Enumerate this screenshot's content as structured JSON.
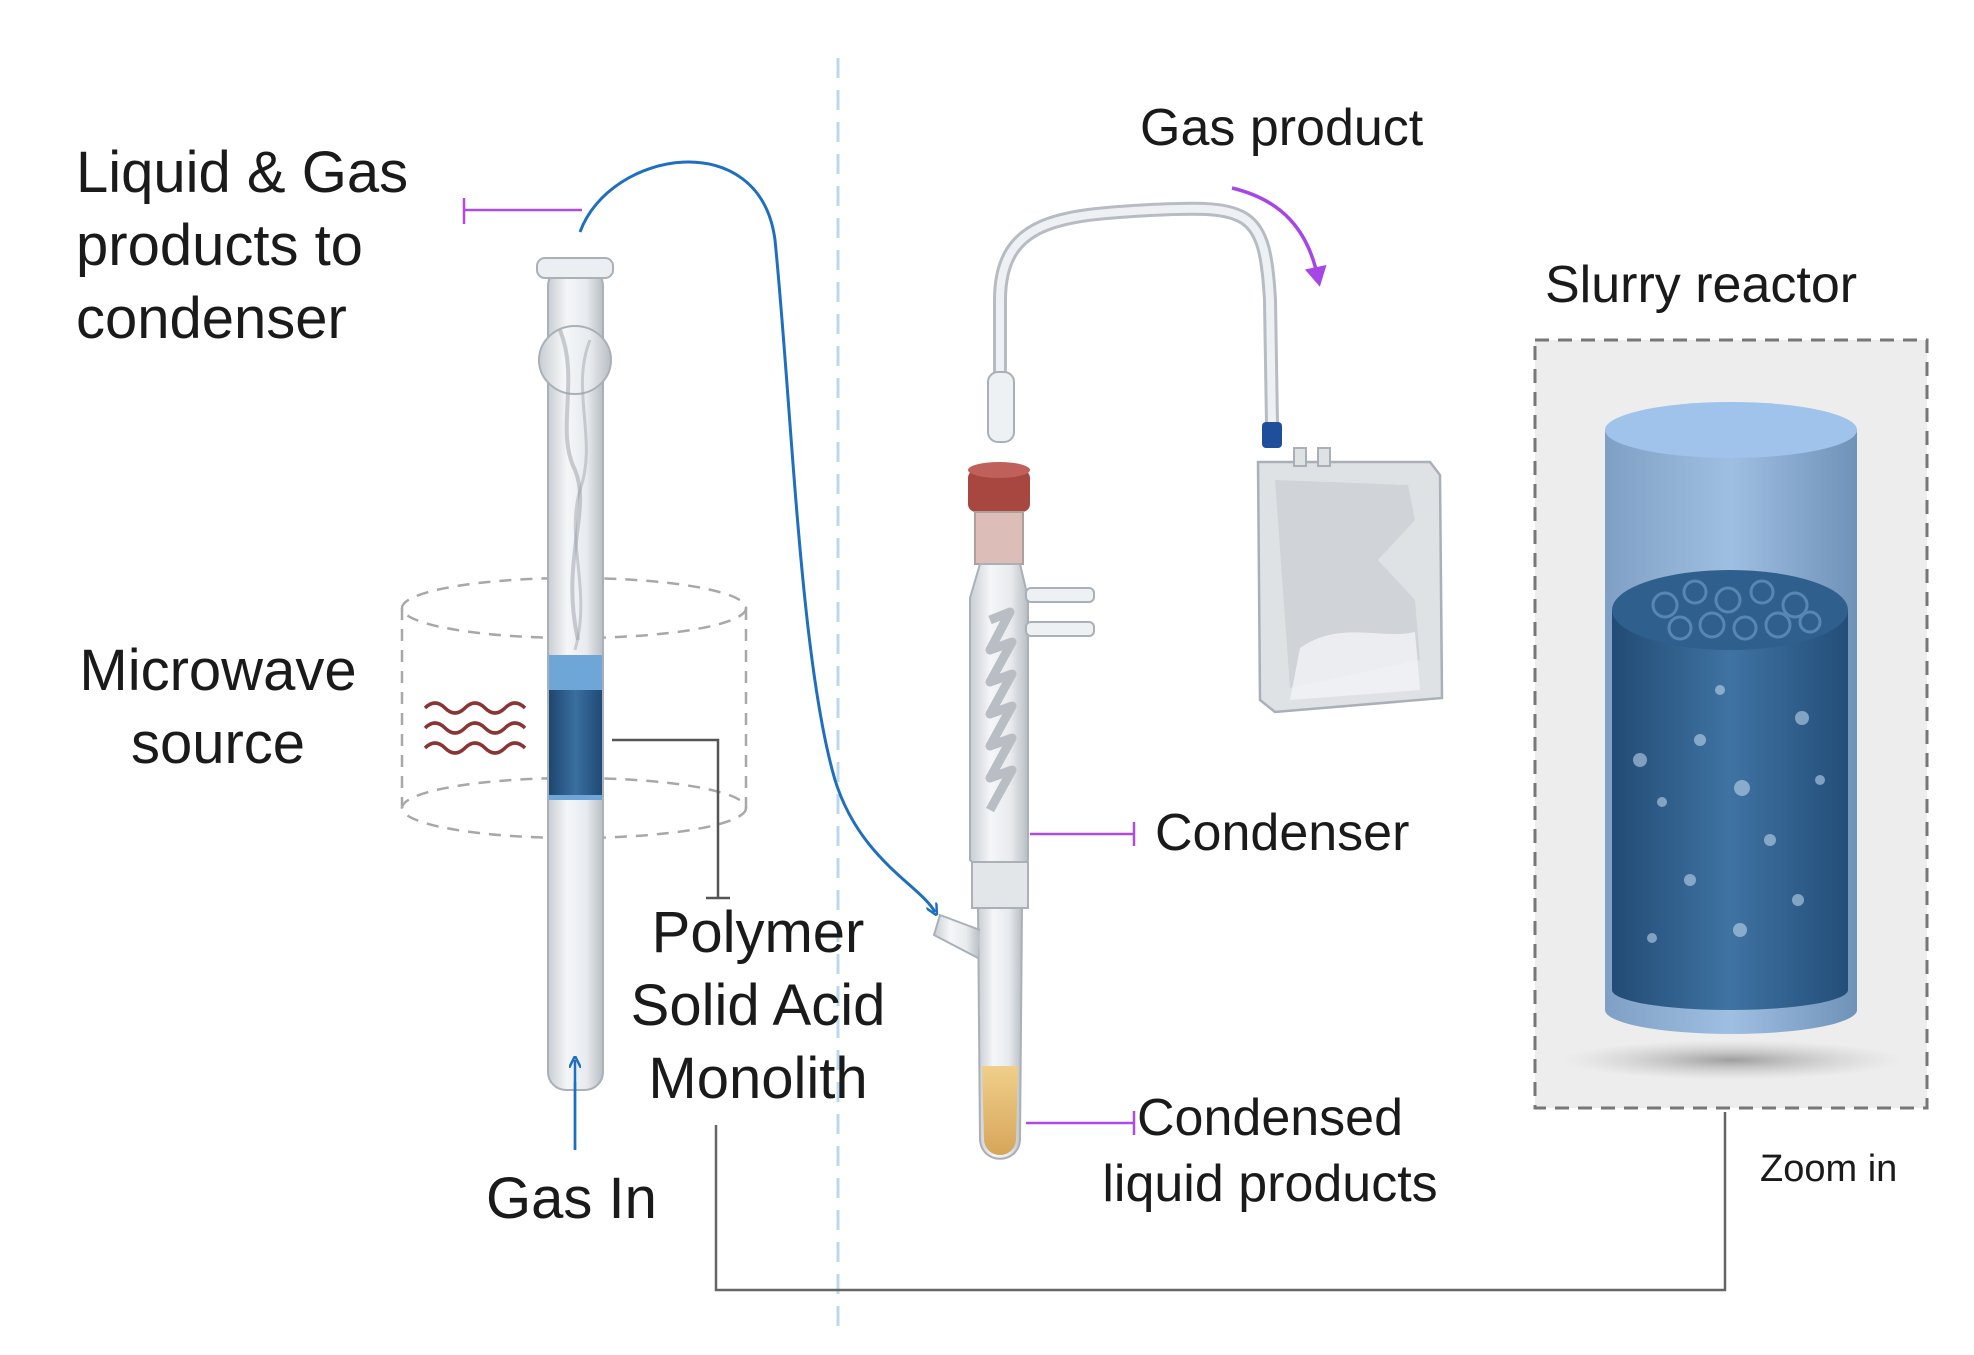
{
  "labels": {
    "liquid_gas_line1": "Liquid & Gas",
    "liquid_gas_line2": "products to",
    "liquid_gas_line3": "condenser",
    "microwave_line1": "Microwave",
    "microwave_line2": "source",
    "monolith_line1": "Polymer",
    "monolith_line2": "Solid Acid",
    "monolith_line3": "Monolith",
    "gas_in": "Gas In",
    "gas_product": "Gas product",
    "condenser": "Condenser",
    "condensed_line1": "Condensed",
    "condensed_line2": "liquid products",
    "slurry_reactor": "Slurry reactor",
    "zoom_in": "Zoom in"
  },
  "colors": {
    "leader_purple": "#b04ae6",
    "flow_blue": "#1e6fc0",
    "arrow_purple": "#a646e6",
    "divider": "#bcd8ee",
    "red_cap": "#a8473f",
    "liquid_amber": "#e3b96b",
    "monolith_blue": "#2b5f8f",
    "microwave_wave": "#8a3535"
  }
}
